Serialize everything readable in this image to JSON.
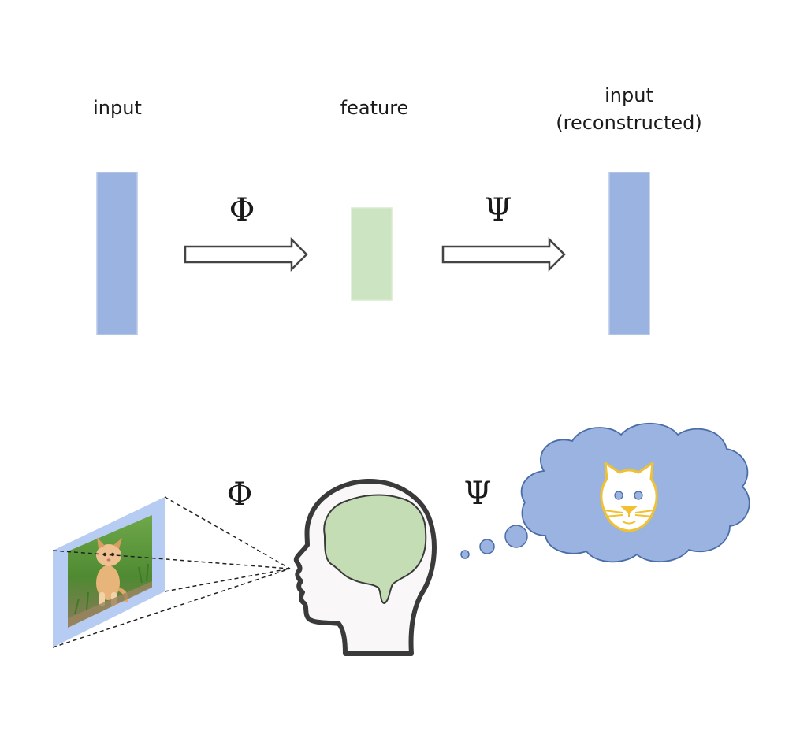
{
  "top": {
    "input_label": "input",
    "feature_label": "feature",
    "reconstructed_label_line1": "input",
    "reconstructed_label_line2": "(reconstructed)",
    "encoder_symbol": "Φ",
    "decoder_symbol": "Ψ"
  },
  "bottom": {
    "encoder_symbol": "Φ",
    "decoder_symbol": "Ψ"
  },
  "colors": {
    "input_bar": "#9bb3e0",
    "feature_bar": "#cde4c3",
    "brain": "#c5ddb5",
    "cloud": "#9bb3e0",
    "cat_outline": "#f0c132",
    "frame": "#b7ccf2"
  }
}
